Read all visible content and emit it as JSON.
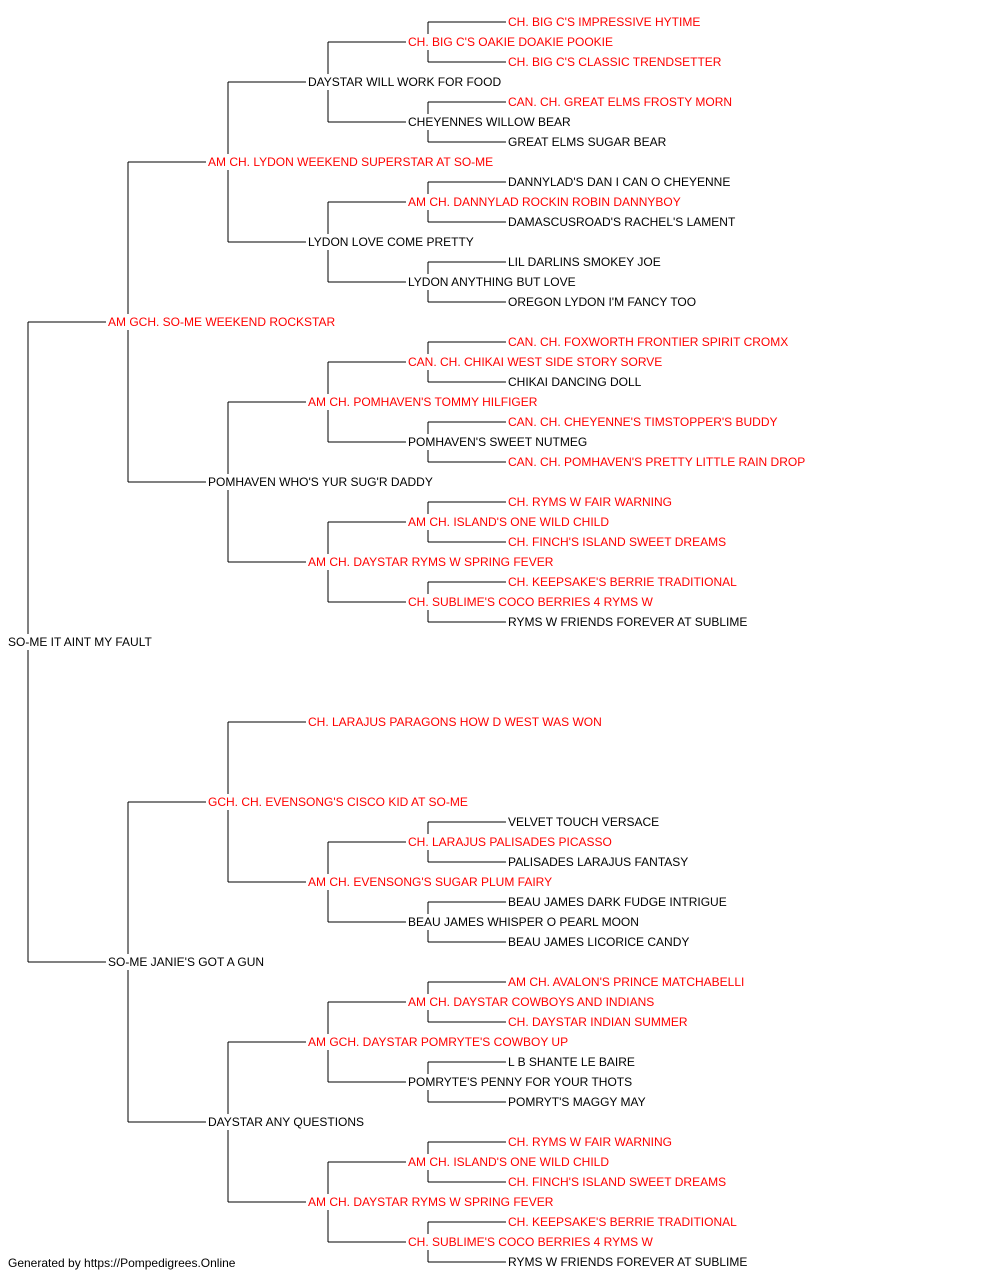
{
  "colors": {
    "champion": "#ff0000",
    "normal": "#000000",
    "line": "#000000"
  },
  "footer": "Generated by https://Pompedigrees.Online",
  "pedigree": {
    "name": "SO-ME IT AINT MY FAULT",
    "champion": false,
    "sire": {
      "name": "AM GCH. SO-ME WEEKEND ROCKSTAR",
      "champion": true,
      "sire": {
        "name": "AM CH. LYDON WEEKEND SUPERSTAR AT SO-ME",
        "champion": true,
        "sire": {
          "name": "DAYSTAR WILL WORK FOR FOOD",
          "champion": false,
          "sire": {
            "name": "CH. BIG C'S OAKIE DOAKIE POOKIE",
            "champion": true,
            "sire": {
              "name": "CH. BIG C'S IMPRESSIVE HYTIME",
              "champion": true
            },
            "dam": {
              "name": "CH. BIG C'S CLASSIC TRENDSETTER",
              "champion": true
            }
          },
          "dam": {
            "name": "CHEYENNES WILLOW BEAR",
            "champion": false,
            "sire": {
              "name": "CAN. CH. GREAT ELMS FROSTY MORN",
              "champion": true
            },
            "dam": {
              "name": "GREAT ELMS SUGAR BEAR",
              "champion": false
            }
          }
        },
        "dam": {
          "name": "LYDON LOVE COME PRETTY",
          "champion": false,
          "sire": {
            "name": "AM CH. DANNYLAD ROCKIN ROBIN DANNYBOY",
            "champion": true,
            "sire": {
              "name": "DANNYLAD'S DAN I CAN O CHEYENNE",
              "champion": false
            },
            "dam": {
              "name": "DAMASCUSROAD'S RACHEL'S LAMENT",
              "champion": false
            }
          },
          "dam": {
            "name": "LYDON ANYTHING BUT LOVE",
            "champion": false,
            "sire": {
              "name": "LIL DARLINS SMOKEY JOE",
              "champion": false
            },
            "dam": {
              "name": "OREGON LYDON I'M FANCY TOO",
              "champion": false
            }
          }
        }
      },
      "dam": {
        "name": "POMHAVEN WHO'S YUR SUG'R DADDY",
        "champion": false,
        "sire": {
          "name": "AM CH. POMHAVEN'S TOMMY HILFIGER",
          "champion": true,
          "sire": {
            "name": "CAN. CH. CHIKAI WEST SIDE STORY SORVE",
            "champion": true,
            "sire": {
              "name": "CAN. CH. FOXWORTH FRONTIER SPIRIT CROMX",
              "champion": true
            },
            "dam": {
              "name": "CHIKAI DANCING DOLL",
              "champion": false
            }
          },
          "dam": {
            "name": "POMHAVEN'S SWEET NUTMEG",
            "champion": false,
            "sire": {
              "name": "CAN. CH. CHEYENNE'S TIMSTOPPER'S BUDDY",
              "champion": true
            },
            "dam": {
              "name": "CAN. CH. POMHAVEN'S PRETTY LITTLE RAIN DROP",
              "champion": true
            }
          }
        },
        "dam": {
          "name": "AM CH. DAYSTAR RYMS W SPRING FEVER",
          "champion": true,
          "sire": {
            "name": "AM CH. ISLAND'S ONE WILD CHILD",
            "champion": true,
            "sire": {
              "name": "CH. RYMS W FAIR WARNING",
              "champion": true
            },
            "dam": {
              "name": "CH. FINCH'S ISLAND SWEET DREAMS",
              "champion": true
            }
          },
          "dam": {
            "name": "CH. SUBLIME'S COCO BERRIES 4 RYMS W",
            "champion": true,
            "sire": {
              "name": "CH. KEEPSAKE'S BERRIE TRADITIONAL",
              "champion": true
            },
            "dam": {
              "name": "RYMS W FRIENDS FOREVER AT SUBLIME",
              "champion": false
            }
          }
        }
      }
    },
    "dam": {
      "name": "SO-ME JANIE'S GOT A GUN",
      "champion": false,
      "sire": {
        "name": "GCH. CH. EVENSONG'S CISCO KID AT SO-ME",
        "champion": true,
        "sire": {
          "name": "CH. LARAJUS PARAGONS HOW D WEST WAS WON",
          "champion": true
        },
        "dam": {
          "name": "AM CH. EVENSONG'S SUGAR PLUM FAIRY",
          "champion": true,
          "sire": {
            "name": "CH. LARAJUS PALISADES PICASSO",
            "champion": true,
            "sire": {
              "name": "VELVET TOUCH VERSACE",
              "champion": false
            },
            "dam": {
              "name": "PALISADES LARAJUS FANTASY",
              "champion": false
            }
          },
          "dam": {
            "name": "BEAU JAMES WHISPER O PEARL MOON",
            "champion": false,
            "sire": {
              "name": "BEAU JAMES DARK FUDGE INTRIGUE",
              "champion": false
            },
            "dam": {
              "name": "BEAU JAMES LICORICE CANDY",
              "champion": false
            }
          }
        }
      },
      "dam": {
        "name": "DAYSTAR ANY QUESTIONS",
        "champion": false,
        "sire": {
          "name": "AM GCH. DAYSTAR POMRYTE'S COWBOY UP",
          "champion": true,
          "sire": {
            "name": "AM CH. DAYSTAR COWBOYS AND INDIANS",
            "champion": true,
            "sire": {
              "name": "AM CH. AVALON'S PRINCE MATCHABELLI",
              "champion": true
            },
            "dam": {
              "name": "CH. DAYSTAR INDIAN SUMMER",
              "champion": true
            }
          },
          "dam": {
            "name": "POMRYTE'S PENNY FOR YOUR THOTS",
            "champion": false,
            "sire": {
              "name": "L B SHANTE LE BAIRE",
              "champion": false
            },
            "dam": {
              "name": "POMRYT'S MAGGY MAY",
              "champion": false
            }
          }
        },
        "dam": {
          "name": "AM CH. DAYSTAR RYMS W SPRING FEVER",
          "champion": true,
          "sire": {
            "name": "AM CH. ISLAND'S ONE WILD CHILD",
            "champion": true,
            "sire": {
              "name": "CH. RYMS W FAIR WARNING",
              "champion": true
            },
            "dam": {
              "name": "CH. FINCH'S ISLAND SWEET DREAMS",
              "champion": true
            }
          },
          "dam": {
            "name": "CH. SUBLIME'S COCO BERRIES 4 RYMS W",
            "champion": true,
            "sire": {
              "name": "CH. KEEPSAKE'S BERRIE TRADITIONAL",
              "champion": true
            },
            "dam": {
              "name": "RYMS W FRIENDS FOREVER AT SUBLIME",
              "champion": false
            }
          }
        }
      }
    }
  }
}
